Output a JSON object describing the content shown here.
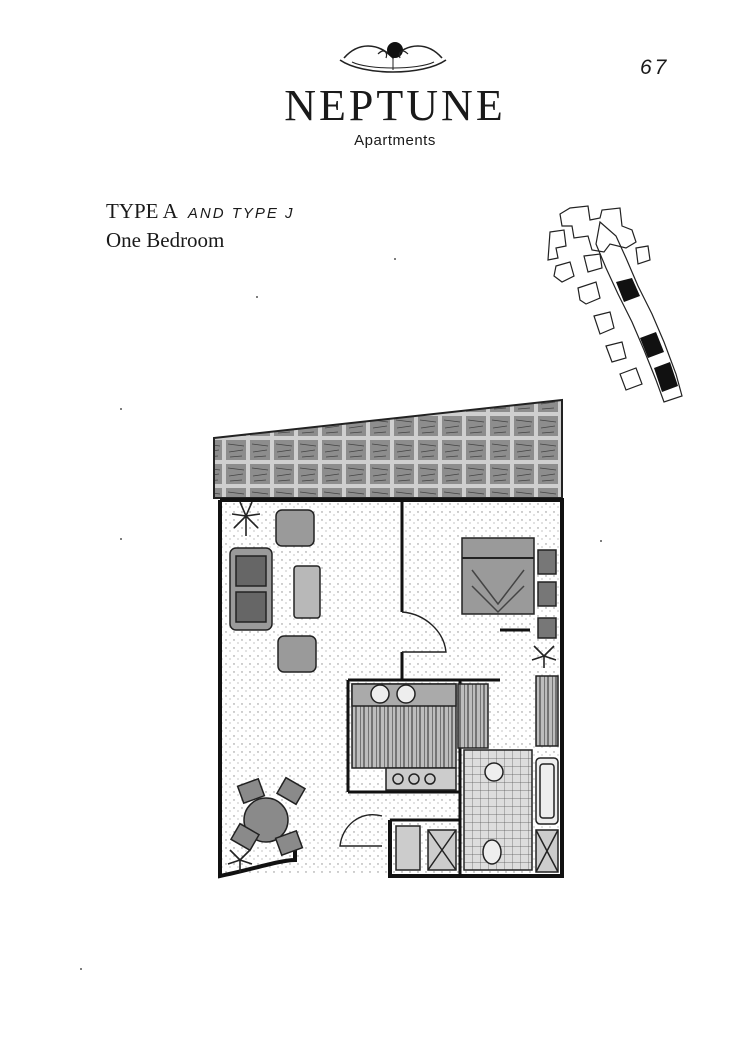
{
  "brand": {
    "name": "NEPTUNE",
    "subtitle": "Apartments"
  },
  "page_number": "67",
  "unit": {
    "type_label": "TYPE A",
    "type_handwritten": "AND TYPE J",
    "bedrooms": "One Bedroom"
  },
  "colors": {
    "ink": "#1a1a1a",
    "paper": "#ffffff"
  },
  "icons": {
    "logo": "neptune-logo-icon",
    "keyplan": "building-key-plan-icon",
    "floorplan": "floor-plan-drawing"
  }
}
